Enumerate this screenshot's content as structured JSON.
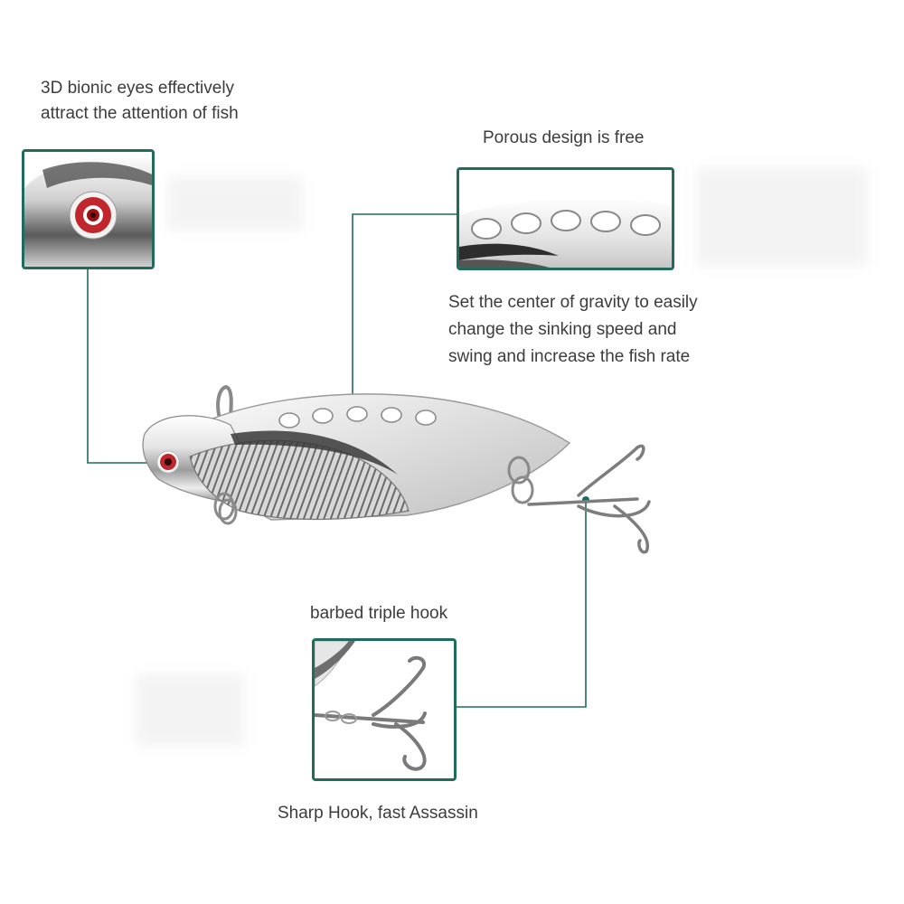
{
  "captions": {
    "eyes": "3D bionic eyes effectively\nattract the attention of fish",
    "porous": "Porous design is free",
    "gravity": "Set the center of gravity to easily\nchange the sinking speed and\nswing and increase the fish rate",
    "triple_hook": "barbed triple hook",
    "sharp_hook": "Sharp Hook, fast Assassin"
  },
  "colors": {
    "accent": "#1f6b5d",
    "eye_red": "#c0262b",
    "chrome_light": "#f2f2f2",
    "chrome_dark": "#5c5c5c",
    "text": "#3c3c3c"
  },
  "icons": {
    "eye_callout": "lure-eye-closeup",
    "holes_callout": "lure-holes-closeup",
    "hook_callout": "treble-hook-closeup",
    "product": "vib-metal-lure"
  }
}
